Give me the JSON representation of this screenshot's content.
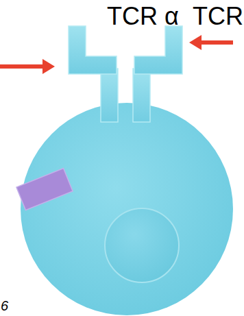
{
  "diagram": {
    "labels": [
      "TCR α",
      "TCR",
      "6"
    ]
  }
}
